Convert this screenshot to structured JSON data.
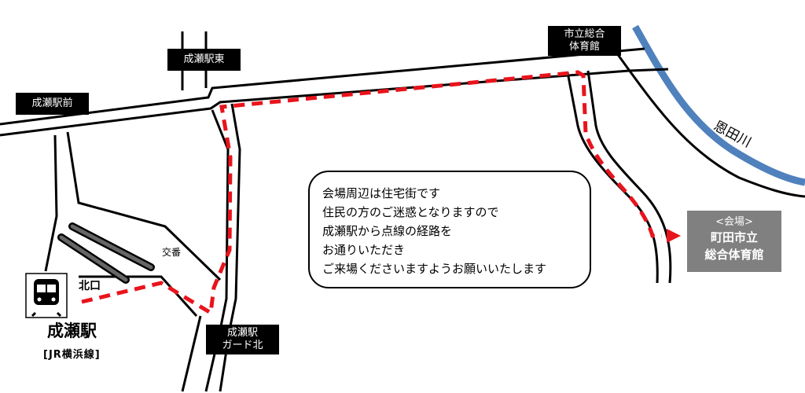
{
  "labels": {
    "naruse_mae": "成瀬駅前",
    "naruse_higashi": "成瀬駅東",
    "city_gym_line1": "市立総合",
    "city_gym_line2": "体育館",
    "guard_line1": "成瀬駅",
    "guard_line2": "ガード北",
    "koban": "交番",
    "north_exit": "北口",
    "river": "恩田川"
  },
  "station": {
    "name": "成瀬駅",
    "line": "[JR横浜線]",
    "icon": "train-icon"
  },
  "venue": {
    "sub": "<会場>",
    "name_line1": "町田市立",
    "name_line2": "総合体育館"
  },
  "note": {
    "lines": [
      "会場周辺は住宅街です",
      "住民の方のご迷惑となりますので",
      "成瀬駅から点線の経路を",
      "お通りいただき",
      "ご来場くださいますようお願いいたします"
    ],
    "mascot": "staff-mascot-icon"
  },
  "colors": {
    "route": "#e8141c",
    "river": "#4f81bd",
    "label_bg": "#000000",
    "venue_bg": "#808080"
  }
}
